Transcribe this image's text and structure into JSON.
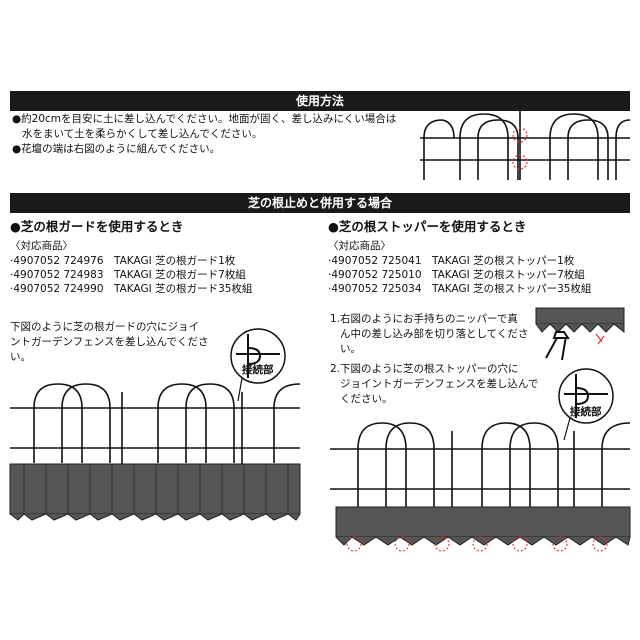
{
  "usage": {
    "header": "使用方法",
    "bullets": [
      "●約20cmを目安に土に差し込んでください。地面が固く、差し込みにくい場合は",
      "水をまいて土を柔らかくして差し込んでください。",
      "●花壇の端は右図のように組んでください。"
    ]
  },
  "combo": {
    "header": "芝の根止めと併用する場合",
    "left": {
      "title": "●芝の根ガードを使用するとき",
      "products_label": "〈対応商品〉",
      "products": [
        "·4907052 724976　TAKAGI 芝の根ガード1枚",
        "·4907052 724983　TAKAGI 芝の根ガード7枚組",
        "·4907052 724990　TAKAGI 芝の根ガード35枚組"
      ],
      "instruction": [
        "下図のように芝の根ガードの穴にジョイ",
        "ントガーデンフェンスを差し込んでくださ",
        "い。"
      ],
      "joint_label": "接続部"
    },
    "right": {
      "title": "●芝の根ストッパーを使用するとき",
      "products_label": "〈対応商品〉",
      "products": [
        "·4907052 725041　TAKAGI 芝の根ストッパー1枚",
        "·4907052 725010　TAKAGI 芝の根ストッパー7枚組",
        "·4907052 725034　TAKAGI 芝の根ストッパー35枚組"
      ],
      "step1": [
        "1.右図のようにお手持ちのニッパーで真",
        "ん中の差し込み部を切り落としてくださ",
        "い。"
      ],
      "step2": [
        "2.下図のように芝の根ストッパーの穴に",
        "ジョイントガーデンフェンスを差し込んで",
        "ください。"
      ],
      "joint_label": "接続部"
    }
  }
}
